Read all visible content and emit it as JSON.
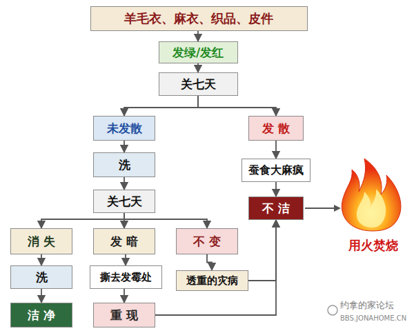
{
  "diagram": {
    "nodes": [
      {
        "text": [
          "羊毛衣、麻衣、织品、皮件"
        ]
      },
      {
        "text": [
          "发绿/发红"
        ]
      },
      {
        "text": [
          "关七天"
        ]
      },
      {
        "text": [
          "未发散"
        ]
      },
      {
        "text": [
          "发 散"
        ]
      },
      {
        "text": [
          "洗"
        ]
      },
      {
        "text": [
          "蚕食大麻疯"
        ]
      },
      {
        "text": [
          "关七天"
        ]
      },
      {
        "text": [
          "不 洁"
        ]
      },
      {
        "text": [
          "消 失"
        ]
      },
      {
        "text": [
          "发 暗"
        ]
      },
      {
        "text": [
          "不 变"
        ]
      },
      {
        "text": [
          "洗"
        ]
      },
      {
        "text": [
          "撕去发霉处"
        ]
      },
      {
        "text": [
          "透重的灾病"
        ]
      },
      {
        "text": [
          "洁 净"
        ]
      },
      {
        "text": [
          "重 现"
        ]
      }
    ],
    "edges": [
      {
        "from": 0,
        "to": 1,
        "arrow": "to"
      },
      {
        "from": 1,
        "to": 2,
        "arrow": "to"
      },
      {
        "from": 2,
        "to": 3,
        "arrow": "to"
      },
      {
        "from": 2,
        "to": 4,
        "arrow": "to"
      },
      {
        "from": 3,
        "to": 5,
        "arrow": "to"
      },
      {
        "from": 4,
        "to": 6,
        "arrow": "to"
      },
      {
        "from": 6,
        "to": 8,
        "arrow": "to"
      },
      {
        "from": 5,
        "to": 7,
        "arrow": "to"
      },
      {
        "from": 7,
        "to": 9,
        "arrow": "to"
      },
      {
        "from": 7,
        "to": 10,
        "arrow": "to"
      },
      {
        "from": 7,
        "to": 11,
        "arrow": "to"
      },
      {
        "from": 9,
        "to": 12,
        "arrow": "to"
      },
      {
        "from": 10,
        "to": 13,
        "arrow": "to"
      },
      {
        "from": 11,
        "to": 14,
        "arrow": "to"
      },
      {
        "from": 12,
        "to": 15,
        "arrow": "to"
      },
      {
        "from": 13,
        "to": 16,
        "arrow": "to"
      },
      {
        "from": 14,
        "to": 8,
        "arrow": "to"
      },
      {
        "from": 16,
        "to": 8,
        "arrow": "to"
      }
    ],
    "labels": [
      "用火焚烧",
      "约拿的家论坛",
      "BBS.JONAHOME.CN"
    ]
  }
}
